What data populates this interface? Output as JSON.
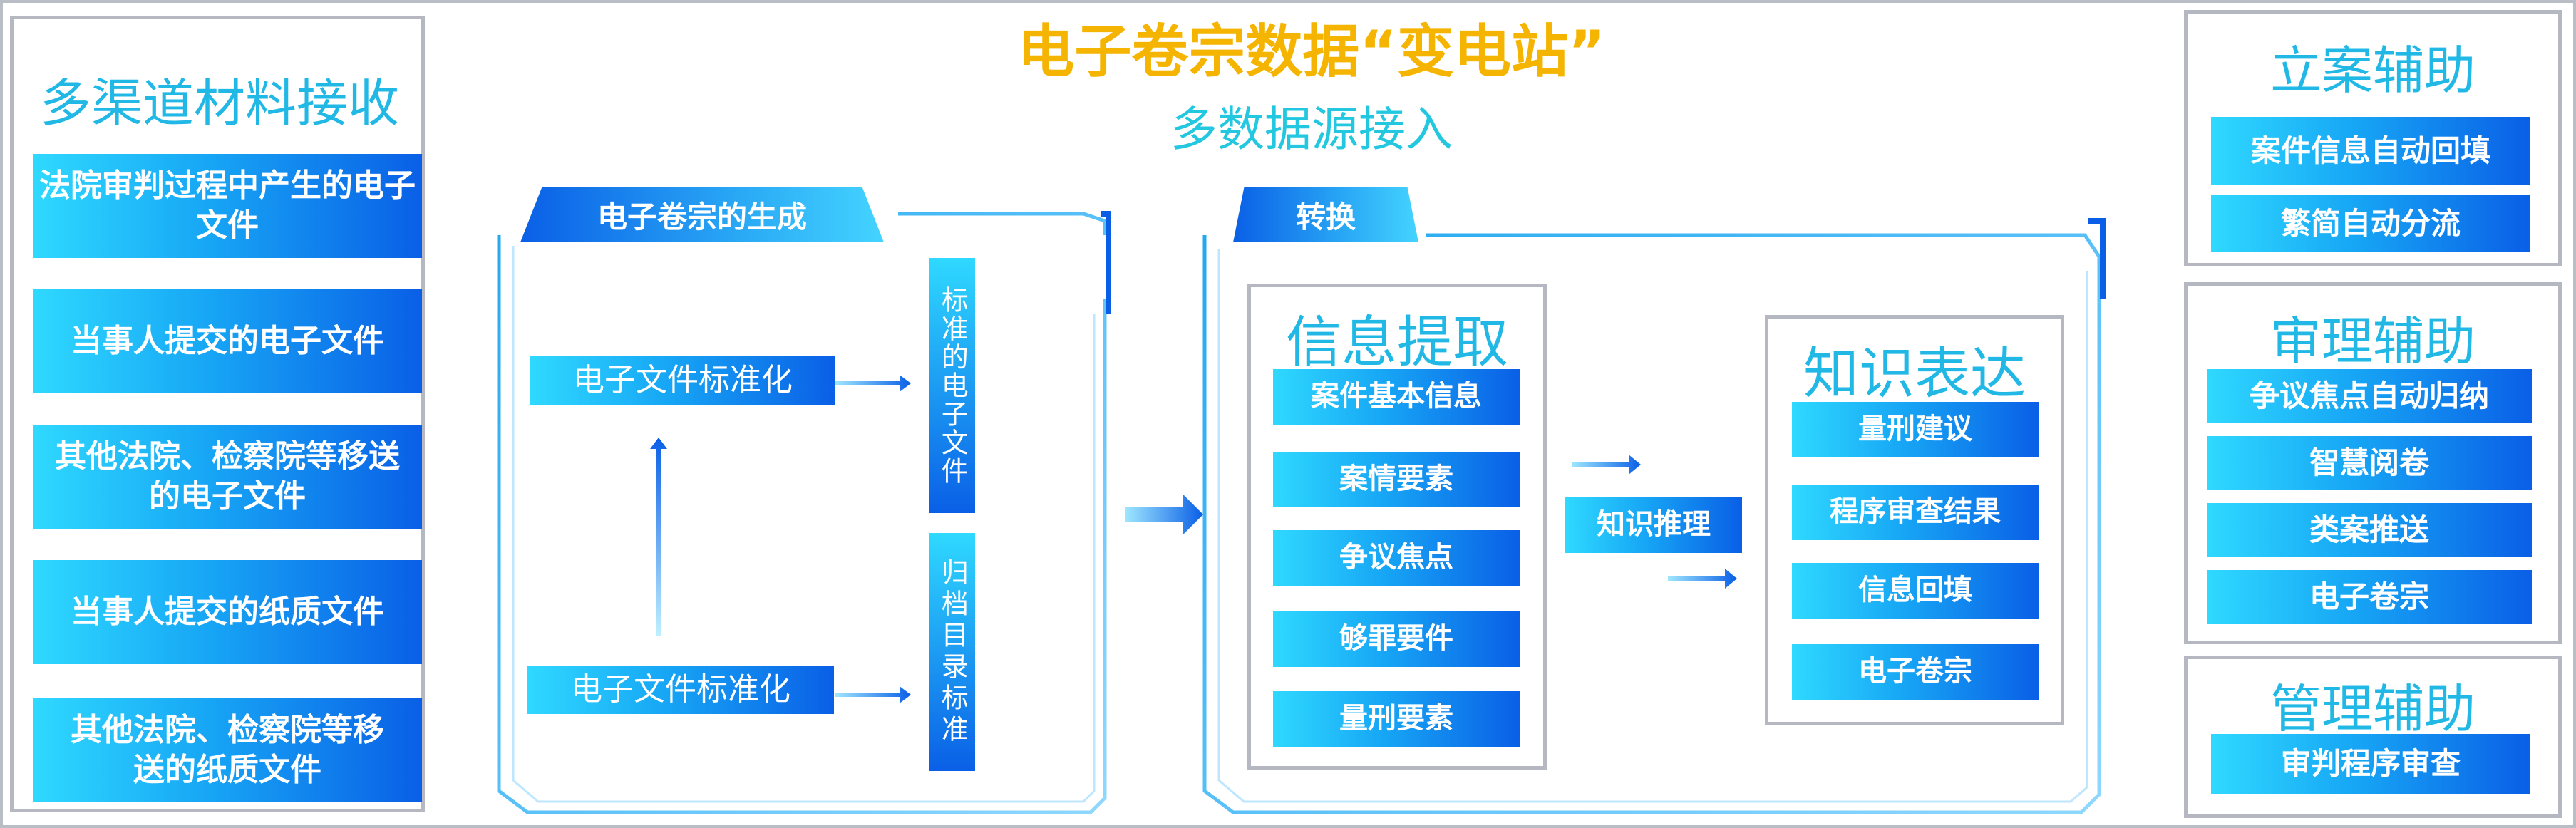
{
  "title": {
    "main": "电子卷宗数据“变电站”",
    "sub": "多数据源接入"
  },
  "left_panel": {
    "heading": "多渠道材料接收",
    "items": [
      "法院审判过程中产生的电子文件",
      "当事人提交的电子文件",
      "其他法院、检察院等移送的电子文件",
      "当事人提交的纸质文件",
      "其他法院、检察院等移送的纸质文件"
    ]
  },
  "generation": {
    "tab": "电子卷宗的生成",
    "std_top": "电子文件标准化",
    "std_bottom": "电子文件标准化",
    "vertical_top": "标准的电子文件",
    "vertical_bottom": "归档目录标准"
  },
  "conversion": {
    "tab": "转换",
    "extract": {
      "heading": "信息提取",
      "items": [
        "案件基本信息",
        "案情要素",
        "争议焦点",
        "够罪要件",
        "量刑要素"
      ]
    },
    "reasoning": "知识推理",
    "express": {
      "heading": "知识表达",
      "items": [
        "量刑建议",
        "程序审查结果",
        "信息回填",
        "电子卷宗"
      ]
    }
  },
  "right_panels": [
    {
      "heading": "立案辅助",
      "items": [
        "案件信息自动回填",
        "繁简自动分流"
      ]
    },
    {
      "heading": "审理辅助",
      "items": [
        "争议焦点自动归纳",
        "智慧阅卷",
        "类案推送",
        "电子卷宗"
      ]
    },
    {
      "heading": "管理辅助",
      "items": [
        "审判程序审查"
      ]
    }
  ],
  "colors": {
    "title": "#f4b400",
    "heading": "#22b8e6",
    "box_light": "#2fd9ff",
    "box_dark": "#0a5fe6",
    "frame": "#b5b8c0"
  }
}
